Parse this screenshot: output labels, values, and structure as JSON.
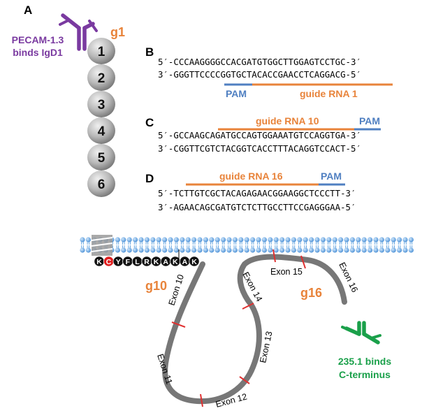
{
  "panels": {
    "a": "A",
    "b": "B",
    "c": "C",
    "d": "D"
  },
  "antibody_top": {
    "line1": "PECAM-1.3",
    "line2": "binds IgD1"
  },
  "antibody_bottom": {
    "line1": "235.1 binds",
    "line2": "C-terminus"
  },
  "guides": {
    "g1": "g1",
    "g10": "g10",
    "g16": "g16"
  },
  "domains": [
    "1",
    "2",
    "3",
    "4",
    "5",
    "6"
  ],
  "juxtamembrane": [
    "K",
    "C",
    "Y",
    "F",
    "L",
    "R",
    "K",
    "A",
    "K",
    "A",
    "K"
  ],
  "exons": {
    "e10": "Exon 10",
    "e11": "Exon 11",
    "e12": "Exon 12",
    "e13": "Exon 13",
    "e14": "Exon 14",
    "e15": "Exon 15",
    "e16": "Exon 16"
  },
  "panel_b": {
    "top": "5′-CCCAAGGGGCCACGATGTGGCTTGGAGTCCTGC-3′",
    "bottom": "3′-GGGTTCCCCGGTGCTACACCGAACCTCAGGACG-5′",
    "pam": "PAM",
    "guide": "guide RNA 1"
  },
  "panel_c": {
    "guide": "guide RNA 10",
    "pam": "PAM",
    "top": "5′-GCCAAGCAGATGCCAGTGGAAATGTCCAGGTGA-3′",
    "bottom": "3′-CGGTTCGTCTACGGTCACCTTTACAGGTCCACT-5′"
  },
  "panel_d": {
    "guide": "guide RNA 16",
    "pam": "PAM",
    "top": "5′-TCTTGTCGCTACAGAGAACGGAAGGCTCCCTT-3′",
    "bottom": "3′-AGAACAGCGATGTCTCTTGCCTTCCGAGGGAA-5′"
  },
  "colors": {
    "orange": "#e8833a",
    "blue": "#4f7fc1",
    "purple": "#7a3aa0",
    "green": "#1aa04a",
    "tail": "#777777",
    "cut": "#e03030",
    "membrane": "#5aa0e0"
  }
}
